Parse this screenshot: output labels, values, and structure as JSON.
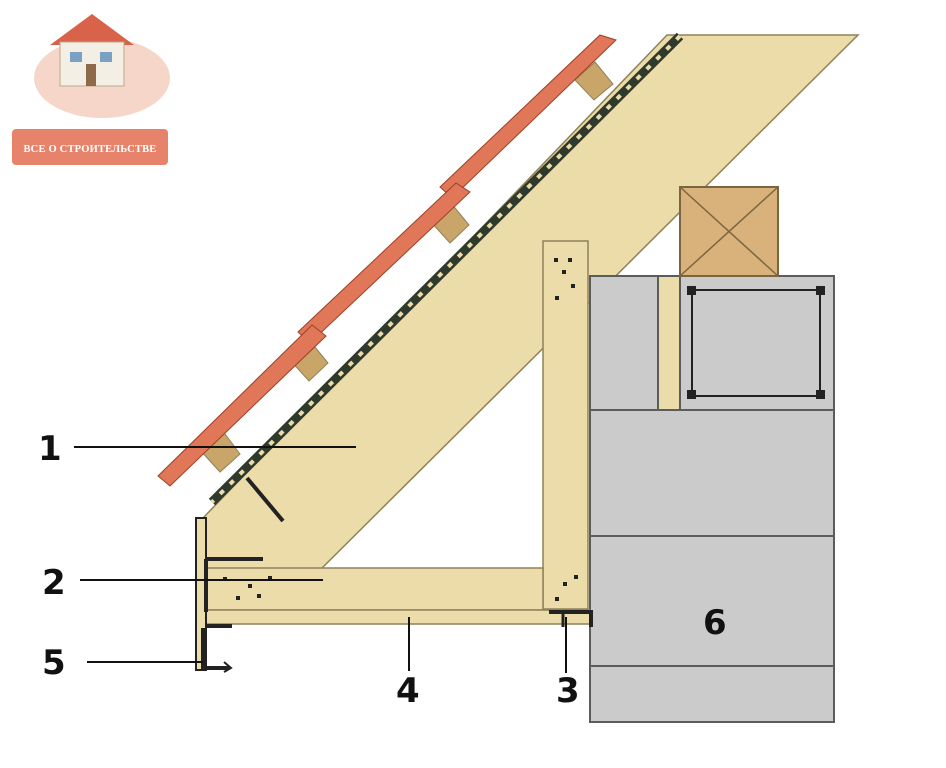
{
  "logo": {
    "caption": "ВСЕ О СТРОИТЕЛЬСТВЕ",
    "badge_color": "#e8836b"
  },
  "callouts": [
    {
      "id": "1",
      "label": "1"
    },
    {
      "id": "2",
      "label": "2"
    },
    {
      "id": "3",
      "label": "3"
    },
    {
      "id": "4",
      "label": "4"
    },
    {
      "id": "5",
      "label": "5"
    },
    {
      "id": "6",
      "label": "6"
    }
  ],
  "colors": {
    "timber": "#ecdcaa",
    "timber_edge": "#8f8257",
    "roof_tile": "#e07758",
    "batten": "#c9a56a",
    "membrane": "#2f3a2c",
    "masonry": "#cbcbcb",
    "masonry_edge": "#5c5c5c",
    "mauerlat": "#d8b27a",
    "steel": "#222222"
  }
}
